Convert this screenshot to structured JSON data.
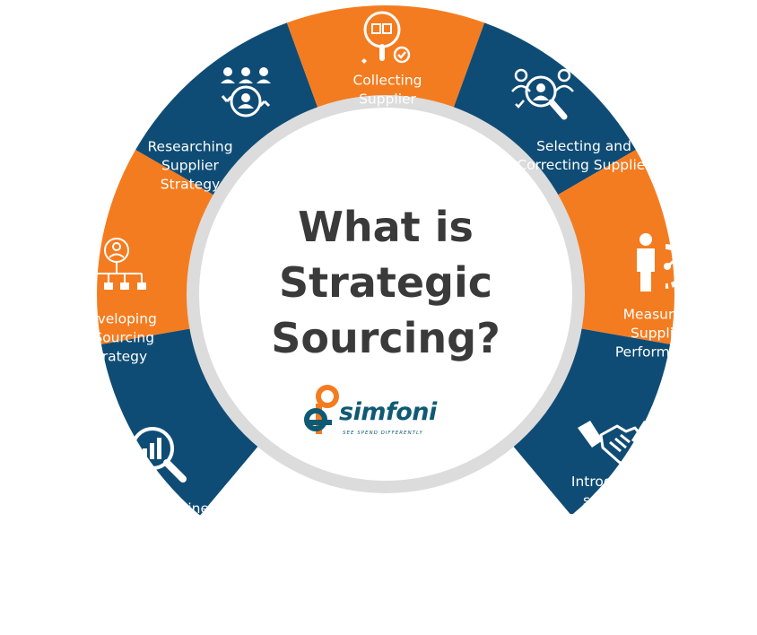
{
  "diagram": {
    "title": "What is\nStrategic\nSourcing?",
    "colors": {
      "blue": "#0f4c75",
      "orange": "#f47c20",
      "ring": "#dcdcdc",
      "center": "#ffffff",
      "title": "#3a3a3a"
    },
    "segments": [
      {
        "label": "Analyze Business\nspend",
        "color": "blue",
        "icon": "analytics-magnifier-icon"
      },
      {
        "label": "Developing\na Sourcing\nStrategy",
        "color": "orange",
        "icon": "org-chart-icon"
      },
      {
        "label": "Researching\nSupplier\nStrategy",
        "color": "blue",
        "icon": "people-cycle-icon"
      },
      {
        "label": "Collecting\nSupplier\ninformation",
        "color": "orange",
        "icon": "supplier-search-icon"
      },
      {
        "label": "Selecting and\nCorrecting Supplier",
        "color": "blue",
        "icon": "people-magnifier-icon"
      },
      {
        "label": "Measuring\nSupplier\nPerformance",
        "color": "orange",
        "icon": "person-gauge-icon"
      },
      {
        "label": "Introducing\nsupplier\nRelationship\nManagement",
        "color": "blue",
        "icon": "handshake-icon"
      }
    ]
  },
  "logo": {
    "name": "simfoni",
    "tagline": "SEE SPEND DIFFERENTLY",
    "colors": {
      "dark": "#0f5a73",
      "accent": "#f47c20"
    }
  }
}
